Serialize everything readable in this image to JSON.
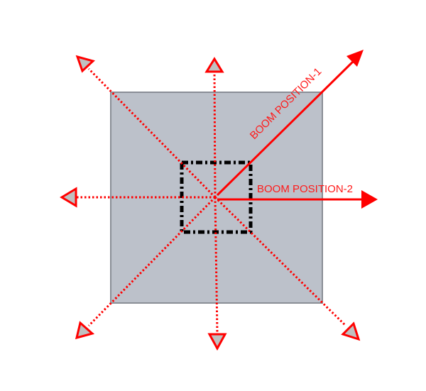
{
  "diagram": {
    "labels": {
      "boom_position_1": "BOOM POSITION-1",
      "boom_position_2": "BOOM POSITION-2"
    },
    "colors": {
      "arrow_red": "#ff0000",
      "base_square_fill": "#bcc1ca",
      "base_square_stroke": "#8a8e96",
      "inner_square_dash": "#000000",
      "arrowhead_fill": "#c0c0c0"
    },
    "elements": {
      "outer_square": "base footprint",
      "inner_square": "dash-dot center outline",
      "dotted_arrows": [
        "up",
        "down",
        "left",
        "up-left",
        "down-left",
        "down-right"
      ],
      "solid_arrows": [
        "up-right (boom position 1)",
        "right (boom position 2)"
      ]
    }
  }
}
